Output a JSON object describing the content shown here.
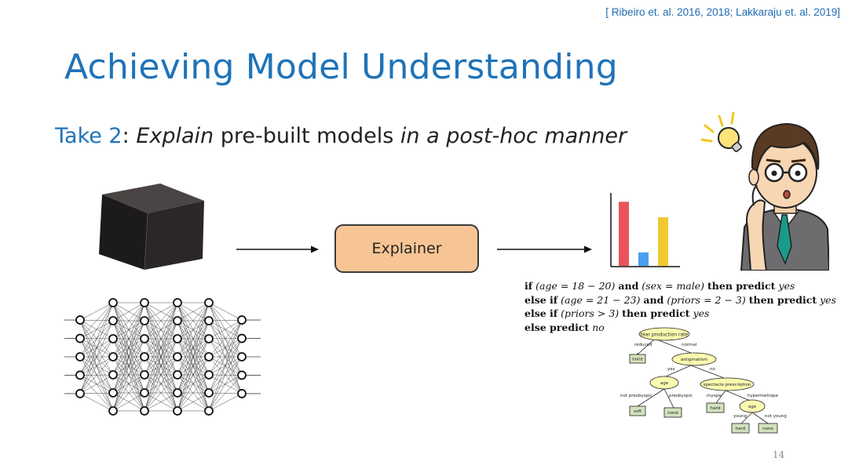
{
  "slide": {
    "citation": "[ Ribeiro et. al. 2016, 2018; Lakkaraju et. al. 2019]",
    "title": "Achieving Model Understanding",
    "subtitle": {
      "take": "Take 2",
      "colon": ": ",
      "explain": "Explain",
      "middle": " pre-built models ",
      "manner": "in a post-hoc manner"
    },
    "explainer_label": "Explainer",
    "page_number": "14"
  },
  "bar_chart": {
    "values": [
      0.95,
      0.2,
      0.72
    ],
    "colors": [
      "#e8545a",
      "#4a9ff0",
      "#f2c832"
    ]
  },
  "rules": {
    "line1": {
      "kw1": "if",
      "cond1": "(age = 18 − 20)",
      "kw2": "and",
      "cond2": "(sex = male)",
      "kw3": "then predict",
      "out": "yes"
    },
    "line2": {
      "kw1": "else if",
      "cond1": "(age = 21 − 23)",
      "kw2": "and",
      "cond2": "(priors = 2 − 3)",
      "kw3": "then predict",
      "out": "yes"
    },
    "line3": {
      "kw1": "else if",
      "cond1": "(priors > 3)",
      "kw3": "then predict",
      "out": "yes"
    },
    "line4": {
      "kw1": "else predict",
      "out": "no"
    }
  },
  "decision_tree": {
    "root": "tear production rate",
    "reduced": "reduced",
    "normal": "normal",
    "none_leaf_1": "none",
    "astigmatism": "astigmatism",
    "yes": "yes",
    "no": "no",
    "age_node_1": "age",
    "spectacle": "spectacle prescription",
    "not_presbyopic": "not presbyopic",
    "presbyopic": "presbyopic",
    "myope": "myope",
    "hypermetrope": "hypermetrope",
    "soft_leaf": "soft",
    "none_leaf_2": "none",
    "hard_leaf_1": "hard",
    "age_node_2": "age",
    "young": "young",
    "not_young": "not young",
    "hard_leaf_2": "hard",
    "none_leaf_3": "none"
  }
}
